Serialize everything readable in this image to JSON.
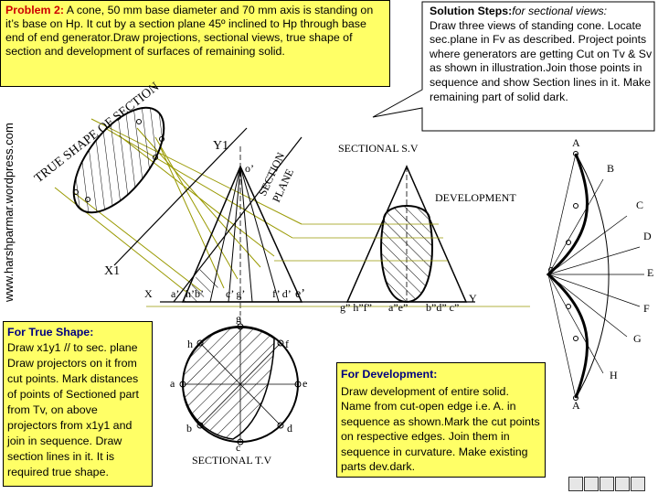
{
  "problem": {
    "heading": "Problem 2:",
    "text": " A cone, 50 mm base diameter and 70 mm axis is standing on it’s base on Hp. It cut by a section plane 45º inclined to Hp through base end of end generator.Draw projections, sectional views, true shape of section and development of surfaces of remaining solid."
  },
  "steps": {
    "heading": "Solution Steps:",
    "subheading": "for sectional views:",
    "text": "Draw three views of standing cone. Locate sec.plane in Fv as described. Project points where generators are getting Cut on Tv & Sv as shown in illustration.Join those points in sequence and show Section lines in it. Make remaining part of solid dark."
  },
  "true_shape_note": {
    "heading": "For True Shape:",
    "text": "Draw x1y1 // to sec. plane Draw projectors on it from cut points. Mark distances of points of Sectioned part from Tv, on above projectors from x1y1 and join in sequence. Draw section lines in it. It is required true shape."
  },
  "development_note": {
    "heading": "For Development:",
    "text": "Draw development of entire solid. Name from cut-open edge i.e. A. in sequence as shown.Mark the cut points on respective edges. Join them in sequence in curvature. Make existing parts dev.dark."
  },
  "watermark": "www.harshparmar.wordpress.com",
  "labels": {
    "true_shape": "TRUE SHAPE OF SECTION",
    "section_plane_1": "SECTION",
    "section_plane_2": "PLANE",
    "sectional_sv": "SECTIONAL S.V",
    "sectional_tv": "SECTIONAL T.V",
    "development": "DEVELOPMENT",
    "y1": "Y1",
    "x1": "X1",
    "x": "X",
    "y": "Y",
    "apex_fv": "o’",
    "fv_a": "a’",
    "fv_hb": "h’b’",
    "fv_cg": "c’ g’",
    "fv_fd": "f’ d’",
    "fv_e": "e’",
    "sv_gh": "g” h”f”",
    "sv_ae": "a”e”",
    "sv_bdc": "b”d” c”",
    "tv_g": "g",
    "tv_h": "h",
    "tv_f": "f",
    "tv_a": "a",
    "tv_e": "e",
    "tv_b": "b",
    "tv_d": "d",
    "tv_c": "c",
    "dev_A_top": "A",
    "dev_B": "B",
    "dev_C": "C",
    "dev_D": "D",
    "dev_E": "E",
    "dev_F": "F",
    "dev_G": "G",
    "dev_H": "H",
    "dev_A_bottom": "A"
  },
  "colors": {
    "note_fill": "#ffff66",
    "problem_heading": "#cc0000",
    "note_heading": "#000080",
    "projector": "#999900",
    "curve": "#000000",
    "callout_fill": "#ffffff"
  }
}
